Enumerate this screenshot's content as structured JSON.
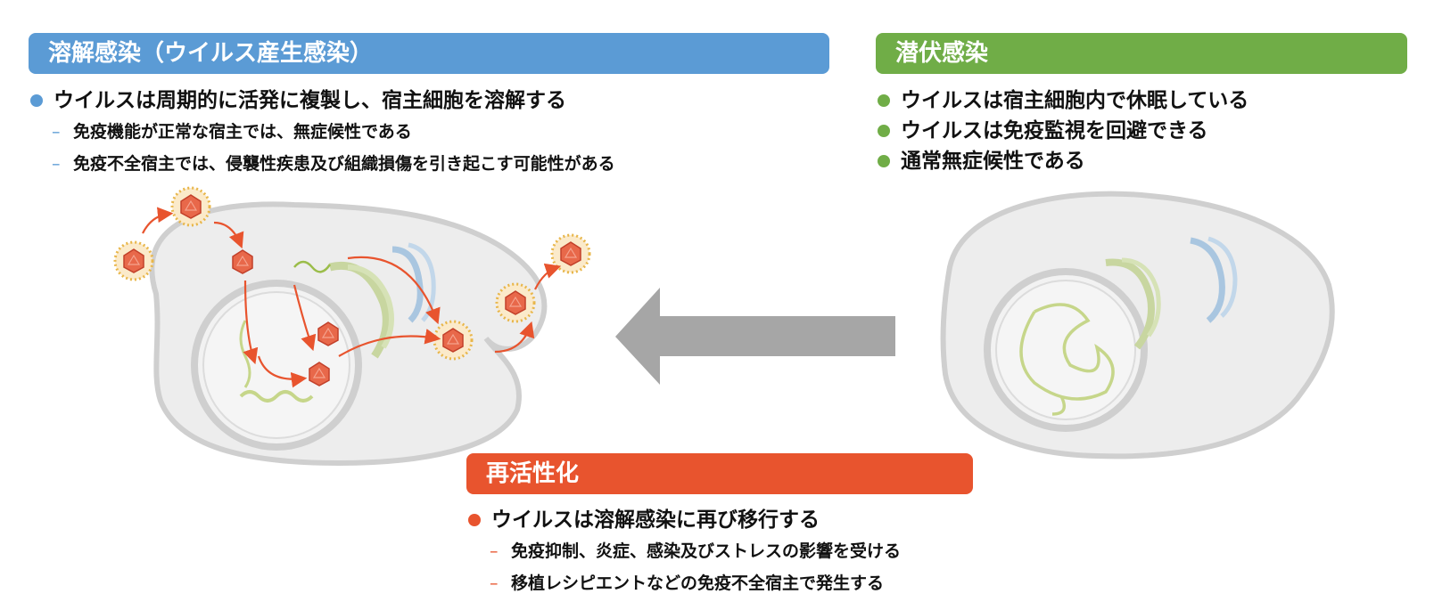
{
  "lytic": {
    "title": "溶解感染（ウイルス産生感染）",
    "color": "#5b9bd5",
    "points": [
      {
        "text": "ウイルスは周期的に活発に複製し、宿主細胞を溶解する",
        "sub": [
          "免疫機能が正常な宿主では、無症候性である",
          "免疫不全宿主では、侵襲性疾患及び組織損傷を引き起こす可能性がある"
        ]
      }
    ]
  },
  "latent": {
    "title": "潜伏感染",
    "color": "#70ad47",
    "points": [
      "ウイルスは宿主細胞内で休眠している",
      "ウイルスは免疫監視を回避できる",
      "通常無症候性である"
    ]
  },
  "reactivation": {
    "title": "再活性化",
    "color": "#e8542e",
    "points": [
      {
        "text": "ウイルスは溶解感染に再び移行する",
        "sub": [
          "免疫抑制、炎症、感染及びストレスの影響を受ける",
          "移植レシピエントなどの免疫不全宿主で発生する"
        ]
      }
    ]
  },
  "dash_symbol": "–",
  "icons": {
    "transition_arrow": "left-arrow-icon",
    "cell": "cell-icon",
    "virion": "virion-icon"
  },
  "colors": {
    "arrow": "#a6a6a6",
    "path": "#e8542e",
    "cell_fill": "#ededed",
    "cell_stroke": "#cfcfcf",
    "dna": "#c6d68a",
    "golgi": "#c8d6a0",
    "er": "#a9c6e0",
    "capsid": "#e8684a",
    "envelope": "#e8b64a"
  }
}
